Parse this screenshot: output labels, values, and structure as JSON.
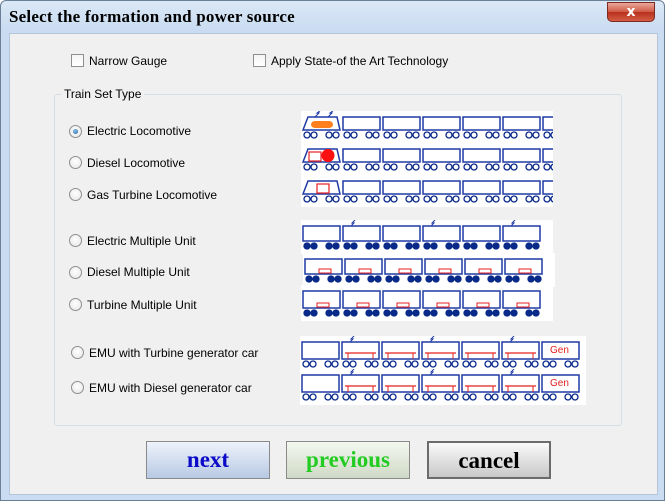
{
  "window": {
    "title": "Select the formation and power source",
    "close_label": "x"
  },
  "options": {
    "narrow_gauge": {
      "label": "Narrow Gauge",
      "checked": false
    },
    "state_of_art": {
      "label": "Apply State-of the Art Technology",
      "checked": false
    }
  },
  "train_set": {
    "group_label": "Train Set Type",
    "items": [
      {
        "label": "Electric Locomotive",
        "selected": true
      },
      {
        "label": "Diesel  Locomotive",
        "selected": false
      },
      {
        "label": "Gas Turbine  Locomotive",
        "selected": false
      },
      {
        "label": "Electric Multiple Unit",
        "selected": false
      },
      {
        "label": "Diesel Multiple Unit",
        "selected": false
      },
      {
        "label": "Turbine Multiple Unit",
        "selected": false
      },
      {
        "label": "EMU with Turbine generator car",
        "selected": false
      },
      {
        "label": "EMU with Diesel generator car",
        "selected": false
      }
    ],
    "gen_label": "Gen"
  },
  "buttons": {
    "next": "next",
    "previous": "previous",
    "cancel": "cancel"
  },
  "colors": {
    "train_line": "#1f3aa6",
    "wheel": "#0a2a8a",
    "electric_loco": "#ff7f1e",
    "diesel_loco": "#ff1010",
    "engine_red": "#e52020",
    "next_text": "#0a0ac8",
    "previous_text": "#22cc22",
    "cancel_text": "#000000"
  }
}
